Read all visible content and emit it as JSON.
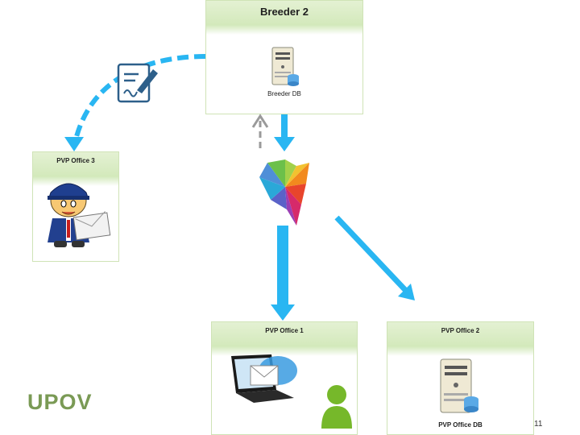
{
  "boxes": {
    "breeder2": {
      "title": "Breeder 2",
      "db_caption": "Breeder DB"
    },
    "office3": {
      "title": "PVP Office 3"
    },
    "office1": {
      "title": "PVP Office 1"
    },
    "office2": {
      "title": "PVP Office 2",
      "db_caption": "PVP Office DB"
    }
  },
  "logo": "UPOV",
  "slide_number": "11",
  "colors": {
    "arrow_blue": "#29b6f2",
    "arrow_gray": "#9a9a9a",
    "box_header": "#d3e9bb",
    "logo_green": "#7a9a55",
    "person_green": "#76b82a"
  },
  "icons": [
    "server-icon",
    "document-signature-icon",
    "postman-icon",
    "hub-logo-icon",
    "laptop-email-icon",
    "person-icon"
  ]
}
